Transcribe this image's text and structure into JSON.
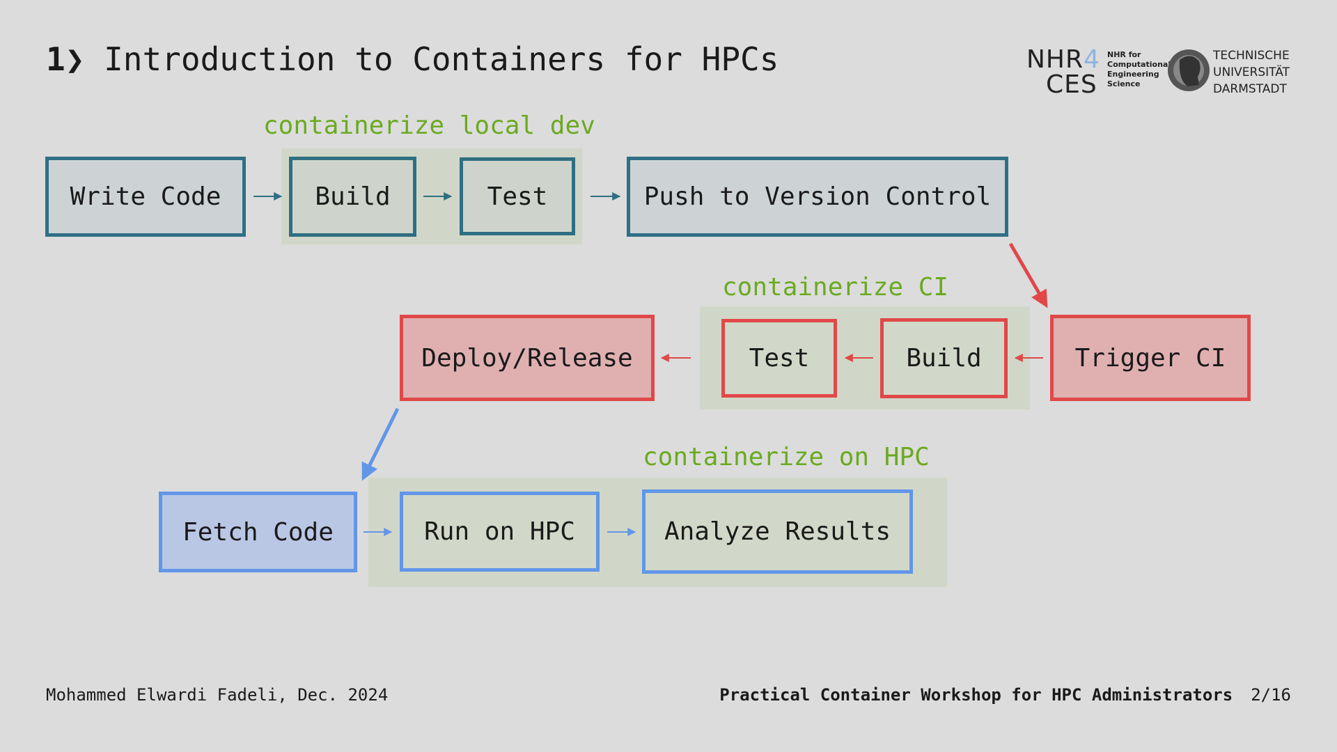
{
  "slide": {
    "title_number": "1❯",
    "title_text": "Introduction to Containers for HPCs"
  },
  "logo": {
    "nhr_line1": "NHR",
    "nhr_four": "4",
    "nhr_line2": "CES",
    "nhr_sub": [
      "NHR for",
      "Computational",
      "Engineering",
      "Science"
    ],
    "tu_lines": [
      "TECHNISCHE",
      "UNIVERSITÄT",
      "DARMSTADT"
    ]
  },
  "groups": {
    "local": "containerize local dev",
    "ci": "containerize CI",
    "hpc": "containerize on HPC"
  },
  "row1": {
    "write_code": "Write Code",
    "build": "Build",
    "test": "Test",
    "push": "Push to Version Control"
  },
  "row2": {
    "deploy": "Deploy/Release",
    "test": "Test",
    "build": "Build",
    "trigger": "Trigger CI"
  },
  "row3": {
    "fetch": "Fetch Code",
    "run": "Run on HPC",
    "analyze": "Analyze Results"
  },
  "footer": {
    "author": "Mohammed Elwardi Fadeli, Dec. 2024",
    "event": "Practical Container Workshop for HPC Administrators",
    "page": "2/16"
  },
  "colors": {
    "teal": "#2e6f83",
    "red": "#e04848",
    "blue": "#6196e8",
    "group_label": "#6aaa1f"
  }
}
